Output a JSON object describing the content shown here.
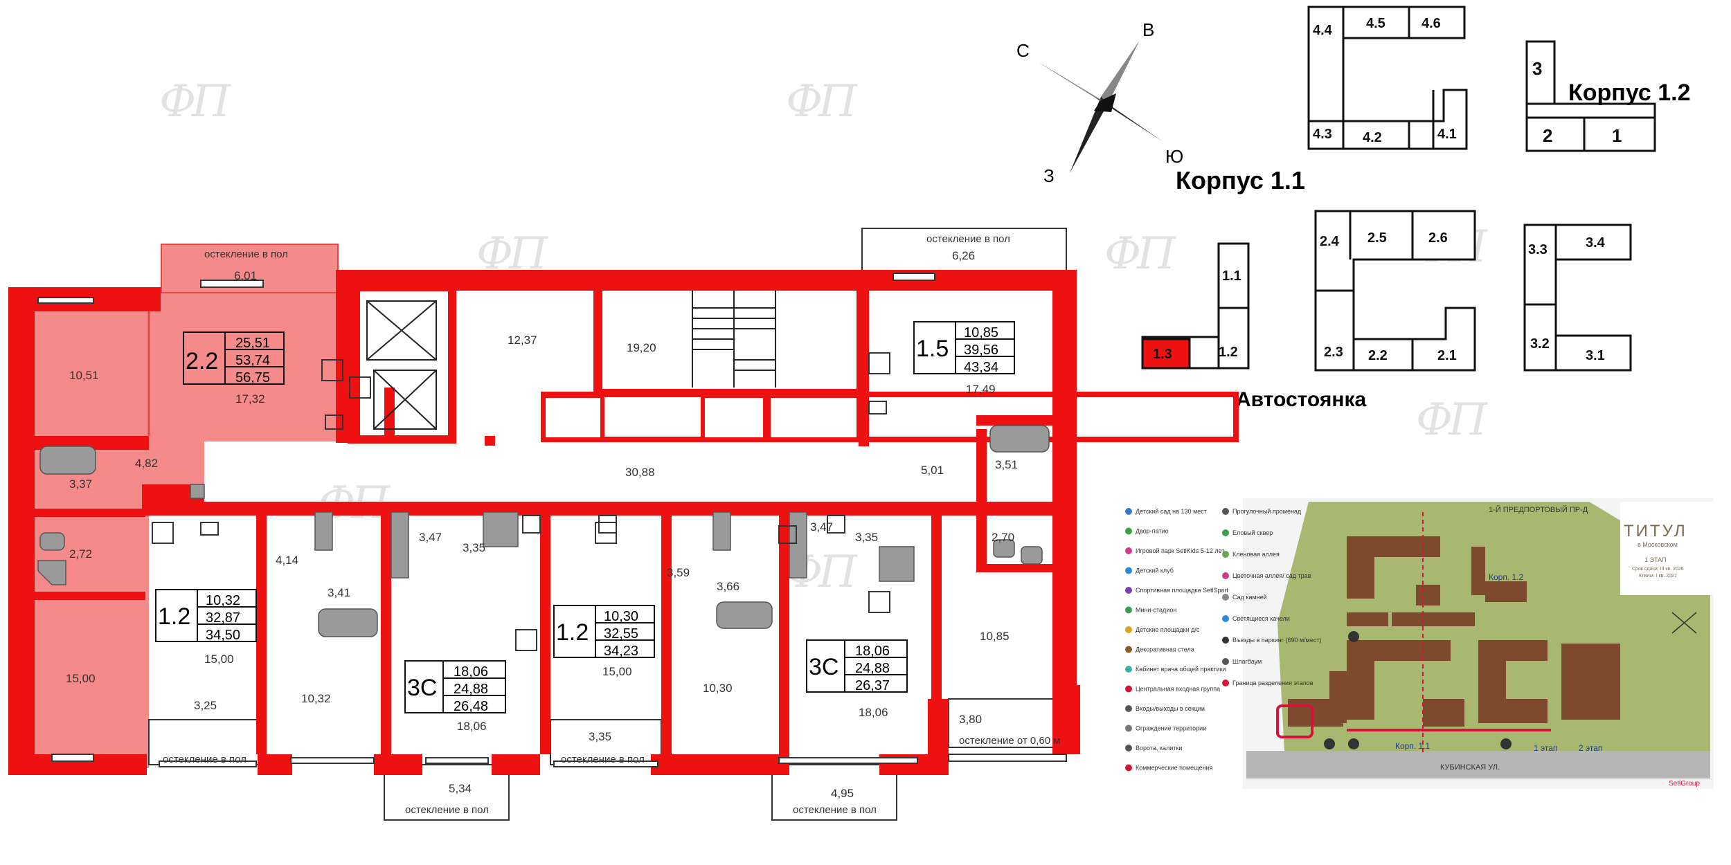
{
  "colors": {
    "wall": "#ee1111",
    "highlight": "#f26b6b",
    "highlight_fill": "#f58a8a",
    "line": "#222222",
    "fixture": "#9a9a9a",
    "map_green": "#a9b871",
    "map_dark": "#7e4a2e",
    "map_road": "#b5b5b5"
  },
  "watermark": "ФП",
  "compass": {
    "n": "С",
    "e": "В",
    "s": "Ю",
    "w": "З"
  },
  "korpus": {
    "k11": "Корпус 1.1",
    "k12": "Корпус 1.2",
    "parking": "Автостоянка"
  },
  "sections": {
    "k11_top": [
      "4.4",
      "4.5",
      "4.6",
      "4.3",
      "4.2",
      "4.1"
    ],
    "k11_mid": [
      "2.4",
      "2.5",
      "2.6",
      "2.3",
      "2.2",
      "2.1"
    ],
    "k11_left": [
      "1.1",
      "1.2",
      "1.3"
    ],
    "k12_top": [
      "3",
      "2",
      "1"
    ],
    "k12_mid": [
      "3.3",
      "3.4",
      "3.2",
      "3.1"
    ]
  },
  "glazing": {
    "floor": "остекление в пол",
    "floor_060": "остекление от 0,60 м"
  },
  "apartments": {
    "a22": {
      "type": "2.2",
      "area1": "25,51",
      "area2": "53,74",
      "area3": "56,75"
    },
    "a15": {
      "type": "1.5",
      "area1": "10,85",
      "area2": "39,56",
      "area3": "43,34"
    },
    "a12a": {
      "type": "1.2",
      "area1": "10,32",
      "area2": "32,87",
      "area3": "34,50"
    },
    "a3ca": {
      "type": "3С",
      "area1": "18,06",
      "area2": "24,88",
      "area3": "26,48"
    },
    "a12b": {
      "type": "1.2",
      "area1": "10,30",
      "area2": "32,55",
      "area3": "34,23"
    },
    "a3cb": {
      "type": "3С",
      "area1": "18,06",
      "area2": "24,88",
      "area3": "26,37"
    }
  },
  "rooms": {
    "r601": "6,01",
    "r626": "6,26",
    "r1051": "10,51",
    "r1732": "17,32",
    "r1237": "12,37",
    "r1920": "19,20",
    "r1749": "17,49",
    "r337": "3,37",
    "r482": "4,82",
    "r272": "2,72",
    "r1500a": "15,00",
    "r3088": "30,88",
    "r501": "5,01",
    "r351": "3,51",
    "r270": "2,70",
    "r347a": "3,47",
    "r335a": "3,35",
    "r414": "4,14",
    "r341": "3,41",
    "r359": "3,59",
    "r366": "3,66",
    "r347b": "3,47",
    "r335b": "3,35",
    "r1085": "10,85",
    "r1500b": "15,00",
    "r1032": "10,32",
    "r1806a": "18,06",
    "r1500c": "15,00",
    "r1030": "10,30",
    "r1806b": "18,06",
    "r325": "3,25",
    "r335c": "3,35",
    "r380": "3,80",
    "r534": "5,34",
    "r495": "4,95"
  },
  "map": {
    "title": "ТИТУЛ",
    "subtitle": "в Московском",
    "stage": "1 ЭТАП",
    "date1": "Срок сдачи: III кв. 2026",
    "date2": "Ключи: I кв. 2027",
    "road_top": "1-Й ПРЕДПОРТОВЫЙ ПР-Д",
    "road_bottom": "КУБИНСКАЯ УЛ.",
    "korp11": "Корп. 1.1",
    "korp12": "Корп. 1.2",
    "stage1": "1 этап",
    "stage2": "2 этап",
    "developer": "SetlGroup",
    "legend_left": [
      "Детский сад на 130 мест",
      "Двор-патио",
      "Игровой парк SetlKids 5-12 лет",
      "Детский клуб",
      "Спортивная площадка SetlSport",
      "Мини-стадион",
      "Детские площадки д/с",
      "Декоративная стела",
      "Кабинет врача общей практики",
      "Центральная входная группа",
      "Входы/выходы в секции",
      "Ограждение территории",
      "Ворота, калитки",
      "Коммерческие помещения"
    ],
    "legend_right": [
      "Прогулочный променад",
      "Еловый сквер",
      "Кленовая аллея",
      "Цветочная аллея/ сад трав",
      "Сад камней",
      "Светящиеся качели",
      "Въезды в паркинг (690 м/мест)",
      "Шлагбаум",
      "Граница разделения этапов"
    ],
    "legend_colors_left": [
      "#3a78c9",
      "#3aa04a",
      "#d23b8a",
      "#2c8bd6",
      "#7a3fb3",
      "#3aa04a",
      "#e2a11f",
      "#8a5a2a",
      "#3ab0a8",
      "#d8133a",
      "#555555",
      "#777777",
      "#555555",
      "#d8133a"
    ],
    "legend_colors_right": [
      "#555555",
      "#3aa04a",
      "#6aa84f",
      "#d23b8a",
      "#888888",
      "#2c8bd6",
      "#333333",
      "#555555",
      "#d8133a"
    ]
  }
}
